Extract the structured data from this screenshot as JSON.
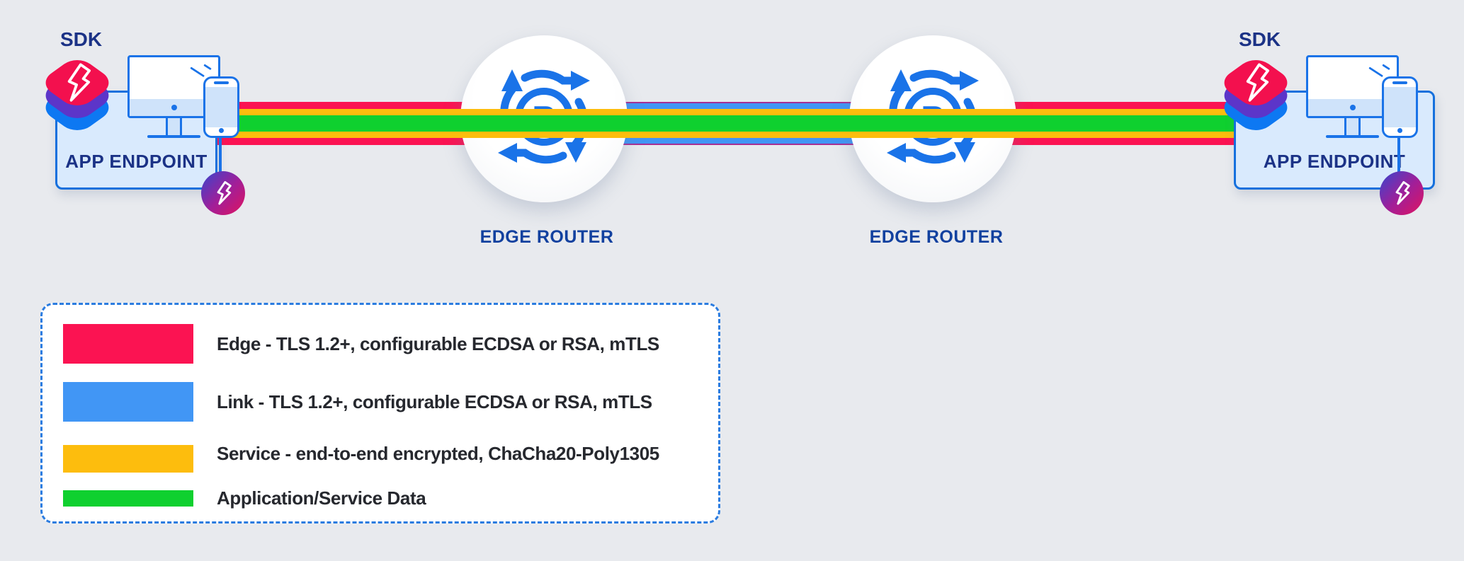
{
  "diagram": {
    "sdk_label": "SDK",
    "endpoint_label": "APP ENDPOINT",
    "router_label": "EDGE ROUTER",
    "router_letter": "R"
  },
  "legend": {
    "items": [
      {
        "name": "edge",
        "color": "#fb1352",
        "label": "Edge - TLS 1.2+, configurable ECDSA or RSA, mTLS"
      },
      {
        "name": "link",
        "color": "#4196f5",
        "label": "Link - TLS 1.2+, configurable ECDSA or RSA, mTLS"
      },
      {
        "name": "service",
        "color": "#fdbd0d",
        "label": "Service - end-to-end encrypted, ChaCha20-Poly1305"
      },
      {
        "name": "application",
        "color": "#0fd02f",
        "label": "Application/Service Data"
      }
    ]
  },
  "palette": {
    "background": "#e8eaee",
    "edge_red": "#fb1352",
    "link_blue": "#4196f5",
    "service_yellow": "#fdbd0d",
    "data_green": "#0fd02f",
    "router_blue": "#1a73e8",
    "navy_text": "#1b3286",
    "box_fill": "#d9eafd",
    "box_border": "#1570dd",
    "sdk_stack": [
      "#f3104e",
      "#5c35c9",
      "#0d78f2"
    ],
    "badge_gradient": [
      "#3646cf",
      "#e0135f"
    ]
  }
}
